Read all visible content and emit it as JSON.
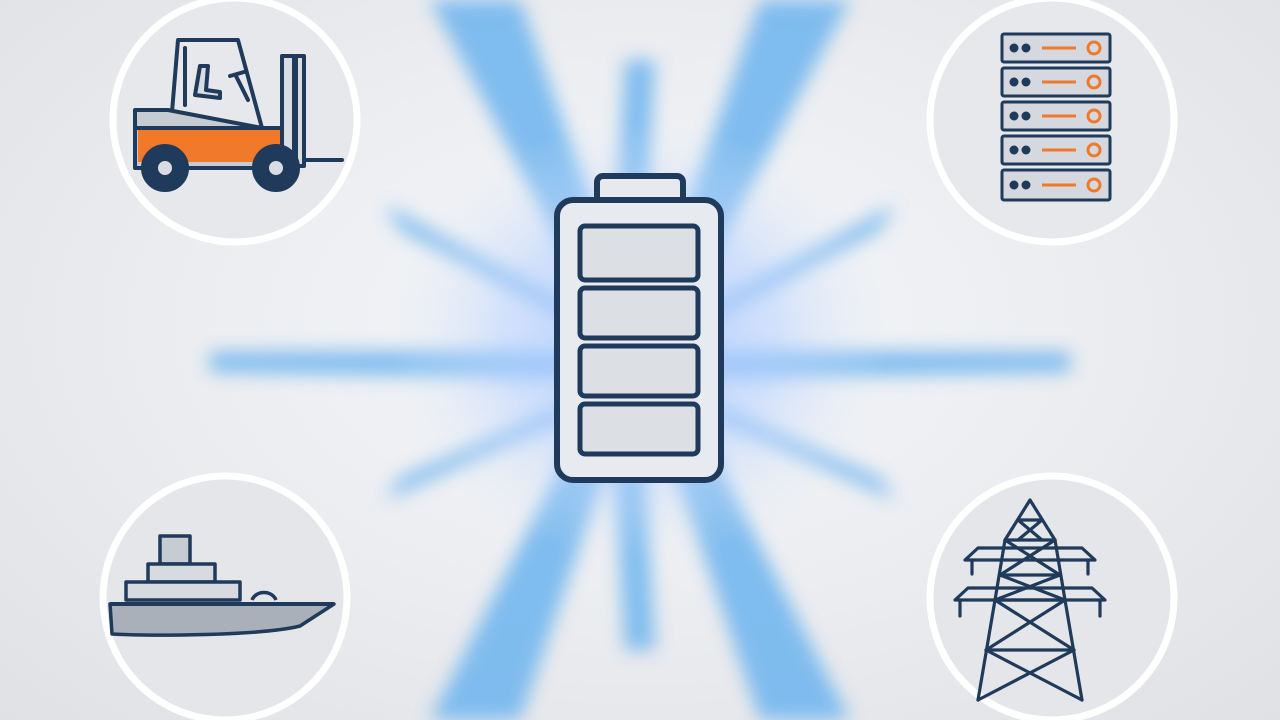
{
  "scene": {
    "center": {
      "icon": "battery-icon",
      "cells": 4
    },
    "applications": [
      {
        "name": "forklift",
        "icon": "forklift-icon"
      },
      {
        "name": "server-rack",
        "icon": "server-rack-icon"
      },
      {
        "name": "ship",
        "icon": "ship-icon"
      },
      {
        "name": "power-pylon",
        "icon": "power-pylon-icon"
      }
    ]
  },
  "colors": {
    "background": "#e9ebee",
    "glow": "#6fb6f0",
    "glow_core": "#9ac0ff",
    "outline": "#1f3a5a",
    "body_fill": "#d9dde3",
    "accent": "#f07a2a",
    "circle_ring": "#ffffff"
  }
}
